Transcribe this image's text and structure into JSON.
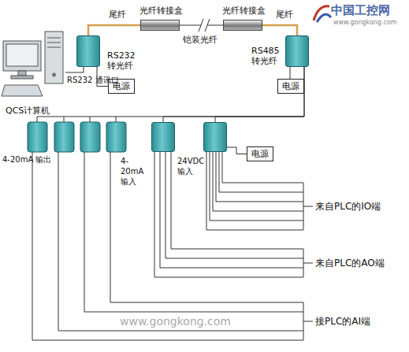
{
  "diagram": {
    "nodes": [
      {
        "text": [
          "QCS计算机"
        ]
      },
      {
        "text": [
          "光纤转接盒"
        ]
      },
      {
        "text": [
          "光纤转接盒"
        ]
      },
      {
        "text": [
          "RS232 转光纤"
        ]
      },
      {
        "text": [
          "RS485 转光纤"
        ]
      },
      {
        "text": [
          "电源"
        ]
      },
      {
        "text": [
          "电源"
        ]
      },
      {
        "text": [
          "4-20mA 输入"
        ]
      },
      {
        "text": [
          "24VDC 输入"
        ]
      },
      {
        "text": [
          "电源"
        ]
      }
    ],
    "edges": [
      {
        "from": 0,
        "to": 3,
        "arrow": "none"
      },
      {
        "from": 3,
        "to": 5,
        "arrow": "none"
      },
      {
        "from": 3,
        "to": 1,
        "arrow": "none"
      },
      {
        "from": 1,
        "to": 2,
        "arrow": "none"
      },
      {
        "from": 2,
        "to": 4,
        "arrow": "none"
      },
      {
        "from": 4,
        "to": 6,
        "arrow": "none"
      },
      {
        "from": 4,
        "to": 7,
        "arrow": "none"
      },
      {
        "from": 4,
        "to": 8,
        "arrow": "none"
      },
      {
        "from": 9,
        "to": 8,
        "arrow": "none"
      }
    ],
    "labels": [
      "RS232 通讯口",
      "尾纤",
      "铠装光纤",
      "尾纤",
      "4-20mA 输出",
      "来自PLC的IO端",
      "来自PLC的AO端",
      "接PLC的AI端",
      "www.gongkong.com",
      "中国工控网",
      "www.gongkong.com"
    ]
  }
}
